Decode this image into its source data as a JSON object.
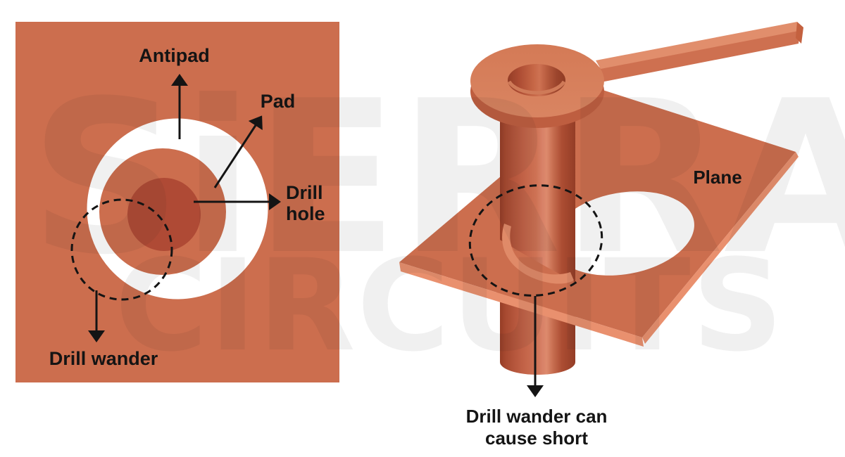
{
  "left_diagram": {
    "labels": {
      "antipad": "Antipad",
      "pad": "Pad",
      "drill_hole": "Drill hole",
      "drill_wander": "Drill wander"
    }
  },
  "right_diagram": {
    "labels": {
      "plane": "Plane",
      "caption": "Drill wander can cause short"
    }
  },
  "watermark": {
    "line1": "SiERRA",
    "line2": "CIRCUITS"
  },
  "colors": {
    "copper": "#CC6E4E",
    "drill_hole": "#AF4A35",
    "antipad_white": "#FFFFFF",
    "pad_top": "#D67E5B",
    "pad_rim": "#BE5E40",
    "edge_highlight": "#E9906E",
    "trace_top": "#E18E6C",
    "barrel_dark": "#963D26",
    "barrel_light": "#DD8A6D",
    "annotation": "#141414"
  }
}
